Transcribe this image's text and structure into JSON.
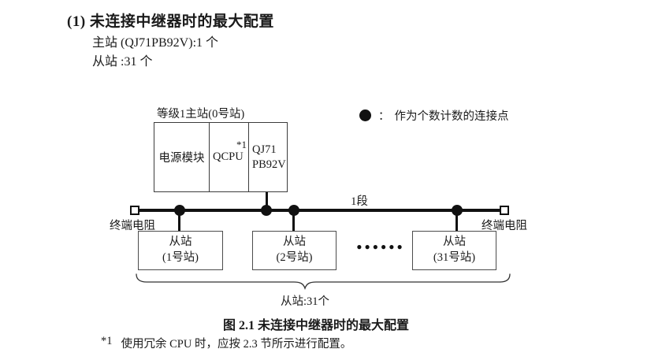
{
  "page": {
    "title": "(1) 未连接中继器时的最大配置",
    "master_spec": "主站 (QJ71PB92V):1 个",
    "slave_spec": "从站 :31 个",
    "caption": "图 2.1 未连接中继器时的最大配置",
    "footnote_ref": "*1",
    "footnote_text": "使用冗余 CPU 时，应按 2.3 节所示进行配置。"
  },
  "diagram": {
    "master_label": "等级1主站(0号站)",
    "modules": {
      "power": "电源模块",
      "cpu": "QCPU",
      "cpu_note": "*1",
      "network_line1": "QJ71",
      "network_line2": "PB92V"
    },
    "legend": {
      "colon": "：",
      "text": "作为个数计数的连接点"
    },
    "segment_label": "1段",
    "terminator_left": "终端电阻",
    "terminator_right": "终端电阻",
    "slaves": [
      {
        "name": "从站",
        "station": "(1号站)"
      },
      {
        "name": "从站",
        "station": "(2号站)"
      },
      {
        "name": "从站",
        "station": "(31号站)"
      }
    ],
    "ellipsis": "●●●●●●",
    "brace_label": "从站:31个"
  },
  "colors": {
    "text": "#1a1a1a",
    "line": "#111111",
    "box_border": "#3c3c3c"
  }
}
